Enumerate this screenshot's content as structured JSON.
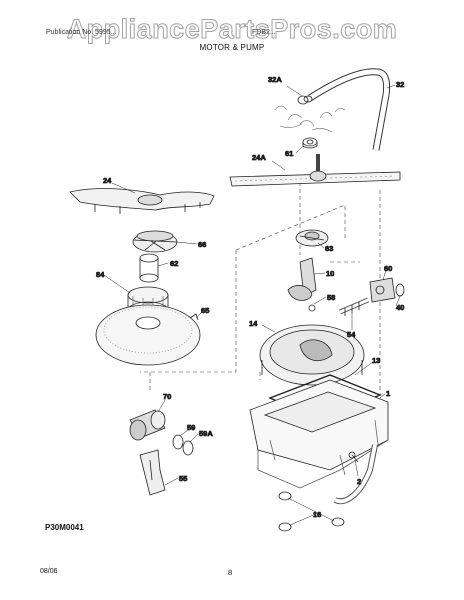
{
  "watermark": "AppliancePartsPros.com",
  "header": {
    "left_text": "Publication No. 5995...",
    "right_text": "FDB2...",
    "title": "MOTOR & PUMP"
  },
  "callouts": {
    "c32A": "32A",
    "c32": "32",
    "c61": "61",
    "c24A": "24A",
    "c24": "24",
    "c66": "66",
    "c63": "63",
    "c62": "62",
    "c10": "10",
    "c60": "60",
    "c84": "84",
    "c58": "58",
    "c40": "40",
    "c65": "65",
    "c14": "14",
    "c54": "54",
    "c13": "13",
    "c1": "1",
    "c70": "70",
    "c59": "59",
    "c59A": "59A",
    "c2": "2",
    "c55": "55",
    "c16": "16"
  },
  "diagram_code": "P30M0041",
  "footer": {
    "date": "08/06",
    "page": "8"
  }
}
